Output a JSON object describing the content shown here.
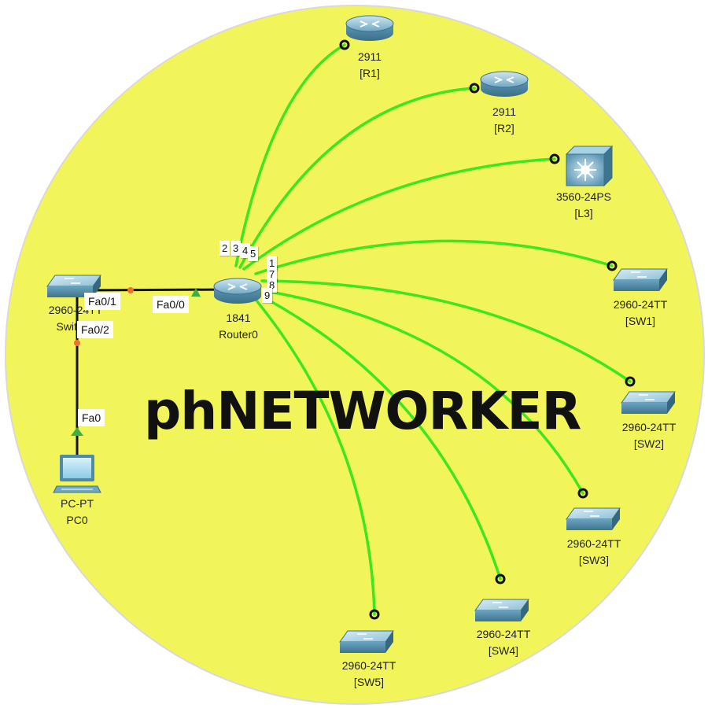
{
  "title": "phNETWORKER",
  "colors": {
    "background": "#f2f55a",
    "link_green": "#3fe51f",
    "copper": "#111111",
    "device_blue": "#4f8aa6",
    "port_up": "#3cb043",
    "port_down": "#f07030"
  },
  "devices": {
    "r1": {
      "model": "2911",
      "name": "[R1]",
      "icon": "router-icon"
    },
    "r2": {
      "model": "2911",
      "name": "[R2]",
      "icon": "router-icon"
    },
    "l3": {
      "model": "3560-24PS",
      "name": "[L3]",
      "icon": "multilayer-switch-icon"
    },
    "sw1": {
      "model": "2960-24TT",
      "name": "[SW1]",
      "icon": "switch-icon"
    },
    "sw2": {
      "model": "2960-24TT",
      "name": "[SW2]",
      "icon": "switch-icon"
    },
    "sw3": {
      "model": "2960-24TT",
      "name": "[SW3]",
      "icon": "switch-icon"
    },
    "sw4": {
      "model": "2960-24TT",
      "name": "[SW4]",
      "icon": "switch-icon"
    },
    "sw5": {
      "model": "2960-24TT",
      "name": "[SW5]",
      "icon": "switch-icon"
    },
    "router0": {
      "model": "1841",
      "name": "Router0",
      "icon": "router-icon"
    },
    "switch0": {
      "model": "2960-24TT",
      "name": "Switch0",
      "icon": "switch-icon"
    },
    "pc0": {
      "model": "PC-PT",
      "name": "PC0",
      "icon": "pc-icon"
    }
  },
  "port_labels": {
    "fa0_1": "Fa0/1",
    "fa0_0": "Fa0/0",
    "fa0_2": "Fa0/2",
    "fa0": "Fa0"
  },
  "port_numbers": [
    "2",
    "3",
    "4",
    "5",
    "1",
    "7",
    "8",
    "9"
  ]
}
